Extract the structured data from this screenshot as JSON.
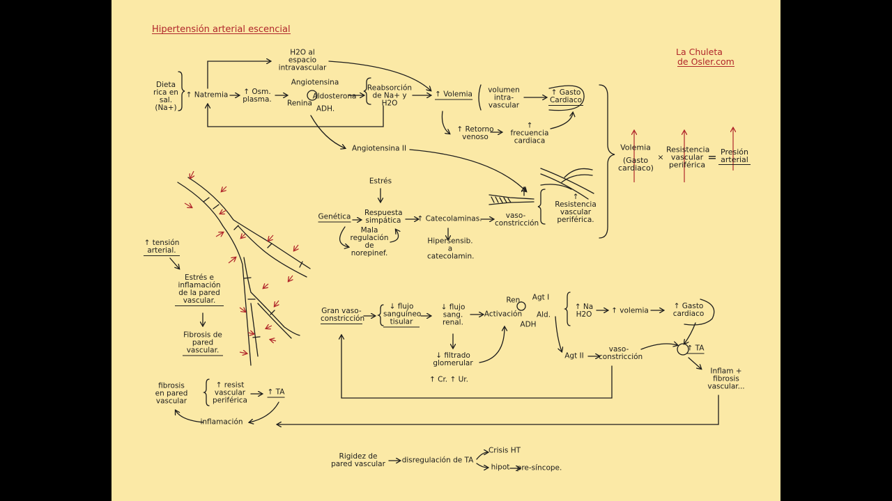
{
  "title": "Hipertensión arterial escencial",
  "watermark": {
    "line1": "La Chuleta",
    "line2": "de Osler",
    "suffix": ".com"
  },
  "colors": {
    "paper": "#fbe9a6",
    "ink": "#1c1c1c",
    "accent": "#b0252a",
    "backdrop": "#000000"
  },
  "top": {
    "dieta": "Dieta rica en sal. (Na+)",
    "natremia": "↑ Natremia",
    "osm": "↑ Osm. plasma.",
    "angiotensina": "Angiotensina",
    "renina": "Renina",
    "aldosterona": "Aldosterona",
    "adh": "ADH.",
    "reabsorcion": "Reabsorción de Na+ y H2O",
    "h2o_espacio": "H2O al espacio intravascular",
    "volemia": "↑ Volemia",
    "volumen": "volumen intra- vascular",
    "gasto": "↑ Gasto Cardiaco",
    "retorno": "↑ Retorno venoso",
    "frecuencia": "↑ frecuencia cardiaca",
    "angio2": "Angiotensina II"
  },
  "middle": {
    "estres": "Estrés",
    "genetica": "Genética",
    "respuesta": "Respuesta simpática",
    "mala": "Mala regulación de norepinef.",
    "catecolaminas": "↑ Catecolaminas.",
    "hipersensib": "Hipersensib. a catecolamin.",
    "vasoconstriccion": "vaso- constricción",
    "resistencia": "↑ Resistencia vascular periférica."
  },
  "formula": {
    "volemia": "Volemia",
    "gasto": "(Gasto cardiaco)",
    "times": "×",
    "resistencia": "Resistencia vascular periférica",
    "equals": "=",
    "presion": "Presión arterial"
  },
  "left": {
    "tension": "↑ tensión arterial.",
    "estres_infl": "Estrés e inflamación de la pared vascular.",
    "fibrosis_pared": "Fibrosis de pared vascular.",
    "fibrosis_en": "fibrosis en pared vascular",
    "resist": "↑ resist vascular periférica",
    "ta": "↑ TA",
    "inflamacion": "inflamación"
  },
  "bottom": {
    "gran": "Gran vaso- constricción",
    "flujo_sang": "↓ flujo sanguíneo tisular",
    "flujo_renal": "↓ flujo sang. renal.",
    "activacion": "Activación",
    "ren": "Ren.",
    "agt1": "Agt I",
    "ald": "Ald.",
    "adh": "ADH",
    "filtrado": "↓ filtrado glomerular",
    "cr": "↑ Cr. ↑ Ur.",
    "na": "↑ Na H2O",
    "volemia": "↑ volemia",
    "gasto": "↑ Gasto cardiaco",
    "agt2": "Agt II",
    "vaso": "vaso- constricción",
    "ta": "↑ TA",
    "inflam": "Inflam + fibrosis vascular..."
  },
  "footer": {
    "rigidez": "Rigidez de pared vascular",
    "disreg": "disregulación de TA",
    "crisis": "Crisis HT",
    "hipot": "hipot",
    "presincope": "pre-síncope."
  }
}
